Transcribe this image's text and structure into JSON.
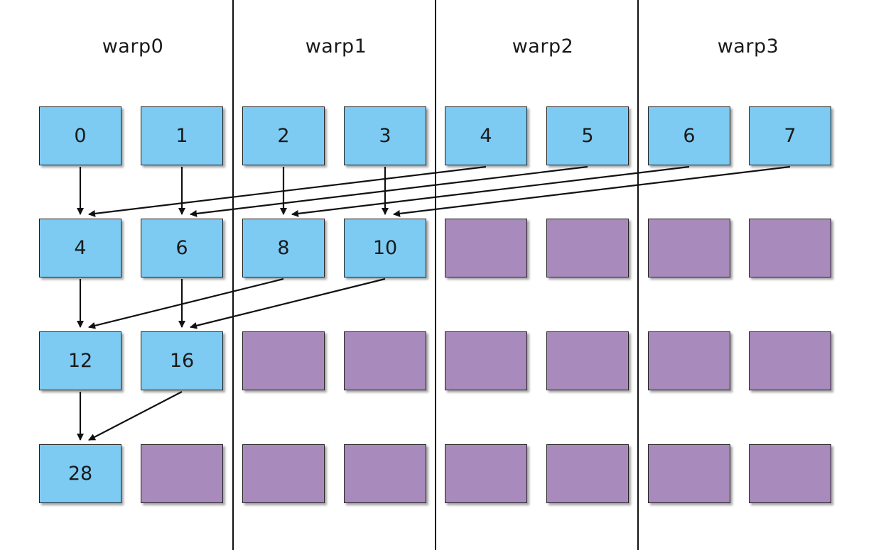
{
  "warps": [
    {
      "label": "warp0"
    },
    {
      "label": "warp1"
    },
    {
      "label": "warp2"
    },
    {
      "label": "warp3"
    }
  ],
  "rows": [
    {
      "cells": [
        {
          "value": "0",
          "state": "active"
        },
        {
          "value": "1",
          "state": "active"
        },
        {
          "value": "2",
          "state": "active"
        },
        {
          "value": "3",
          "state": "active"
        },
        {
          "value": "4",
          "state": "active"
        },
        {
          "value": "5",
          "state": "active"
        },
        {
          "value": "6",
          "state": "active"
        },
        {
          "value": "7",
          "state": "active"
        }
      ]
    },
    {
      "cells": [
        {
          "value": "4",
          "state": "active"
        },
        {
          "value": "6",
          "state": "active"
        },
        {
          "value": "8",
          "state": "active"
        },
        {
          "value": "10",
          "state": "active"
        },
        {
          "value": "",
          "state": "idle"
        },
        {
          "value": "",
          "state": "idle"
        },
        {
          "value": "",
          "state": "idle"
        },
        {
          "value": "",
          "state": "idle"
        }
      ]
    },
    {
      "cells": [
        {
          "value": "12",
          "state": "active"
        },
        {
          "value": "16",
          "state": "active"
        },
        {
          "value": "",
          "state": "idle"
        },
        {
          "value": "",
          "state": "idle"
        },
        {
          "value": "",
          "state": "idle"
        },
        {
          "value": "",
          "state": "idle"
        },
        {
          "value": "",
          "state": "idle"
        },
        {
          "value": "",
          "state": "idle"
        }
      ]
    },
    {
      "cells": [
        {
          "value": "28",
          "state": "active"
        },
        {
          "value": "",
          "state": "idle"
        },
        {
          "value": "",
          "state": "idle"
        },
        {
          "value": "",
          "state": "idle"
        },
        {
          "value": "",
          "state": "idle"
        },
        {
          "value": "",
          "state": "idle"
        },
        {
          "value": "",
          "state": "idle"
        },
        {
          "value": "",
          "state": "idle"
        }
      ]
    }
  ],
  "edges": [
    {
      "from": [
        0,
        0
      ],
      "to": [
        1,
        0
      ]
    },
    {
      "from": [
        0,
        4
      ],
      "to": [
        1,
        0
      ]
    },
    {
      "from": [
        0,
        1
      ],
      "to": [
        1,
        1
      ]
    },
    {
      "from": [
        0,
        5
      ],
      "to": [
        1,
        1
      ]
    },
    {
      "from": [
        0,
        2
      ],
      "to": [
        1,
        2
      ]
    },
    {
      "from": [
        0,
        6
      ],
      "to": [
        1,
        2
      ]
    },
    {
      "from": [
        0,
        3
      ],
      "to": [
        1,
        3
      ]
    },
    {
      "from": [
        0,
        7
      ],
      "to": [
        1,
        3
      ]
    },
    {
      "from": [
        1,
        0
      ],
      "to": [
        2,
        0
      ]
    },
    {
      "from": [
        1,
        2
      ],
      "to": [
        2,
        0
      ]
    },
    {
      "from": [
        1,
        1
      ],
      "to": [
        2,
        1
      ]
    },
    {
      "from": [
        1,
        3
      ],
      "to": [
        2,
        1
      ]
    },
    {
      "from": [
        2,
        0
      ],
      "to": [
        3,
        0
      ]
    },
    {
      "from": [
        2,
        1
      ],
      "to": [
        3,
        0
      ]
    }
  ],
  "colors": {
    "active": "#7dcbf2",
    "idle": "#a88abd",
    "line": "#111111"
  }
}
